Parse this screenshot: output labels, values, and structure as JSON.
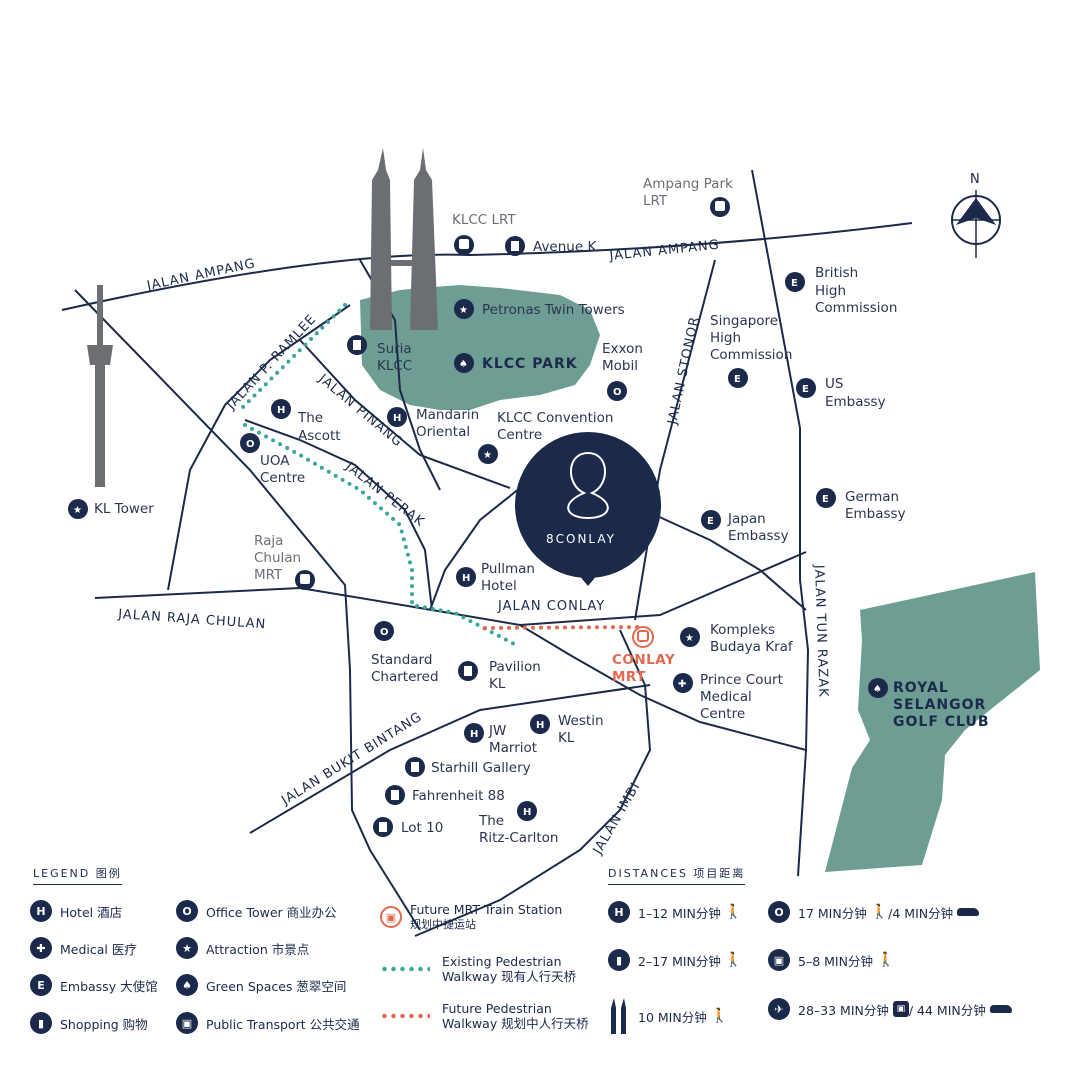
{
  "map": {
    "north": "N",
    "brand": "8CONLAY",
    "roads": {
      "ampang_west": "JALAN AMPANG",
      "ampang_east": "JALAN AMPANG",
      "p_ramlee": "JALAN P. RAMLEE",
      "pinang": "JALAN PINANG",
      "perak": "JALAN PERAK",
      "stonor": "JALAN STONOR",
      "raja_chulan": "JALAN RAJA CHULAN",
      "conlay": "JALAN CONLAY",
      "bukit_bintang": "JALAN BUKIT BINTANG",
      "imbi": "JALAN IMBI",
      "tun_razak": "JALAN TUN RAZAK"
    },
    "park_label": "KLCC PARK",
    "golf_label_1": "ROYAL",
    "golf_label_2": "SELANGOR",
    "golf_label_3": "GOLF CLUB",
    "poi": {
      "ampang_park_1": "Ampang Park",
      "ampang_park_2": "LRT",
      "klcc_lrt": "KLCC LRT",
      "avenue_k": "Avenue K",
      "british_1": "British",
      "british_2": "High",
      "british_3": "Commission",
      "petronas": "Petronas Twin Towers",
      "suria_1": "Suria",
      "suria_2": "KLCC",
      "singapore_1": "Singapore",
      "singapore_2": "High",
      "singapore_3": "Commission",
      "exxon_1": "Exxon",
      "exxon_2": "Mobil",
      "us_1": "US",
      "us_2": "Embassy",
      "ascott_1": "The",
      "ascott_2": "Ascott",
      "mandarin_1": "Mandarin",
      "mandarin_2": "Oriental",
      "klcc_conv_1": "KLCC Convention",
      "klcc_conv_2": "Centre",
      "uoa_1": "UOA",
      "uoa_2": "Centre",
      "kl_tower": "KL Tower",
      "german_1": "German",
      "german_2": "Embassy",
      "japan_1": "Japan",
      "japan_2": "Embassy",
      "raja_chulan_1": "Raja",
      "raja_chulan_2": "Chulan",
      "raja_chulan_3": "MRT",
      "pullman_1": "Pullman",
      "pullman_2": "Hotel",
      "standard_1": "Standard",
      "standard_2": "Chartered",
      "pavilion_1": "Pavilion",
      "pavilion_2": "KL",
      "conlay_mrt_1": "CONLAY",
      "conlay_mrt_2": "MRT",
      "kompleks_1": "Kompleks",
      "kompleks_2": "Budaya Kraf",
      "prince_1": "Prince Court",
      "prince_2": "Medical",
      "prince_3": "Centre",
      "jw_1": "JW",
      "jw_2": "Marriot",
      "westin_1": "Westin",
      "westin_2": "KL",
      "starhill": "Starhill Gallery",
      "fahrenheit": "Fahrenheit 88",
      "ritz_1": "The",
      "ritz_2": "Ritz-Carlton",
      "lot10": "Lot 10"
    }
  },
  "legend": {
    "title": "LEGEND 图例",
    "items": [
      {
        "icon": "hotel-icon",
        "letter": "H",
        "label": "Hotel 酒店"
      },
      {
        "icon": "medical-icon",
        "letter": "✚",
        "label": "Medical 医疗"
      },
      {
        "icon": "embassy-icon",
        "letter": "E",
        "label": "Embassy 大使馆"
      },
      {
        "icon": "shopping-icon",
        "letter": "▮",
        "label": "Shopping 购物"
      },
      {
        "icon": "office-icon",
        "letter": "O",
        "label": "Office Tower 商业办公"
      },
      {
        "icon": "attraction-icon",
        "letter": "★",
        "label": "Attraction 市景点"
      },
      {
        "icon": "green-space-icon",
        "letter": "♠",
        "label": "Green Spaces 葱翠空间"
      },
      {
        "icon": "transport-icon",
        "letter": "▣",
        "label": "Public Transport 公共交通"
      }
    ],
    "mrt_station": {
      "line1": "Future MRT Train Station",
      "line2": "规划中捷运站"
    },
    "existing_walkway": {
      "line1": "Existing Pedestrian",
      "line2": "Walkway 现有人行天桥"
    },
    "future_walkway": {
      "line1": "Future Pedestrian",
      "line2": "Walkway 规划中人行天桥"
    }
  },
  "distances": {
    "title": "DISTANCES 项目距离",
    "rows": [
      {
        "icon": "hotel-icon",
        "letter": "H",
        "text": "1–12 MIN分钟"
      },
      {
        "icon": "shopping-icon",
        "letter": "▮",
        "text": "2–17 MIN分钟"
      },
      {
        "icon": "twin-towers-icon",
        "letter": "",
        "text": "10 MIN分钟"
      },
      {
        "icon": "office-icon",
        "letter": "O",
        "text": "17 MIN分钟",
        "text2": "/4 MIN分钟"
      },
      {
        "icon": "transport-icon",
        "letter": "▣",
        "text": "5–8 MIN分钟"
      },
      {
        "icon": "airport-icon",
        "letter": "✈",
        "text": "28–33 MIN分钟",
        "text2": "/ 44 MIN分钟"
      }
    ]
  },
  "colors": {
    "navy": "#1b2a4a",
    "park_green": "#6e9d94",
    "walkway_green": "#3aa79b",
    "mrt_orange": "#e0694f",
    "tower_grey": "#6b6e73"
  }
}
